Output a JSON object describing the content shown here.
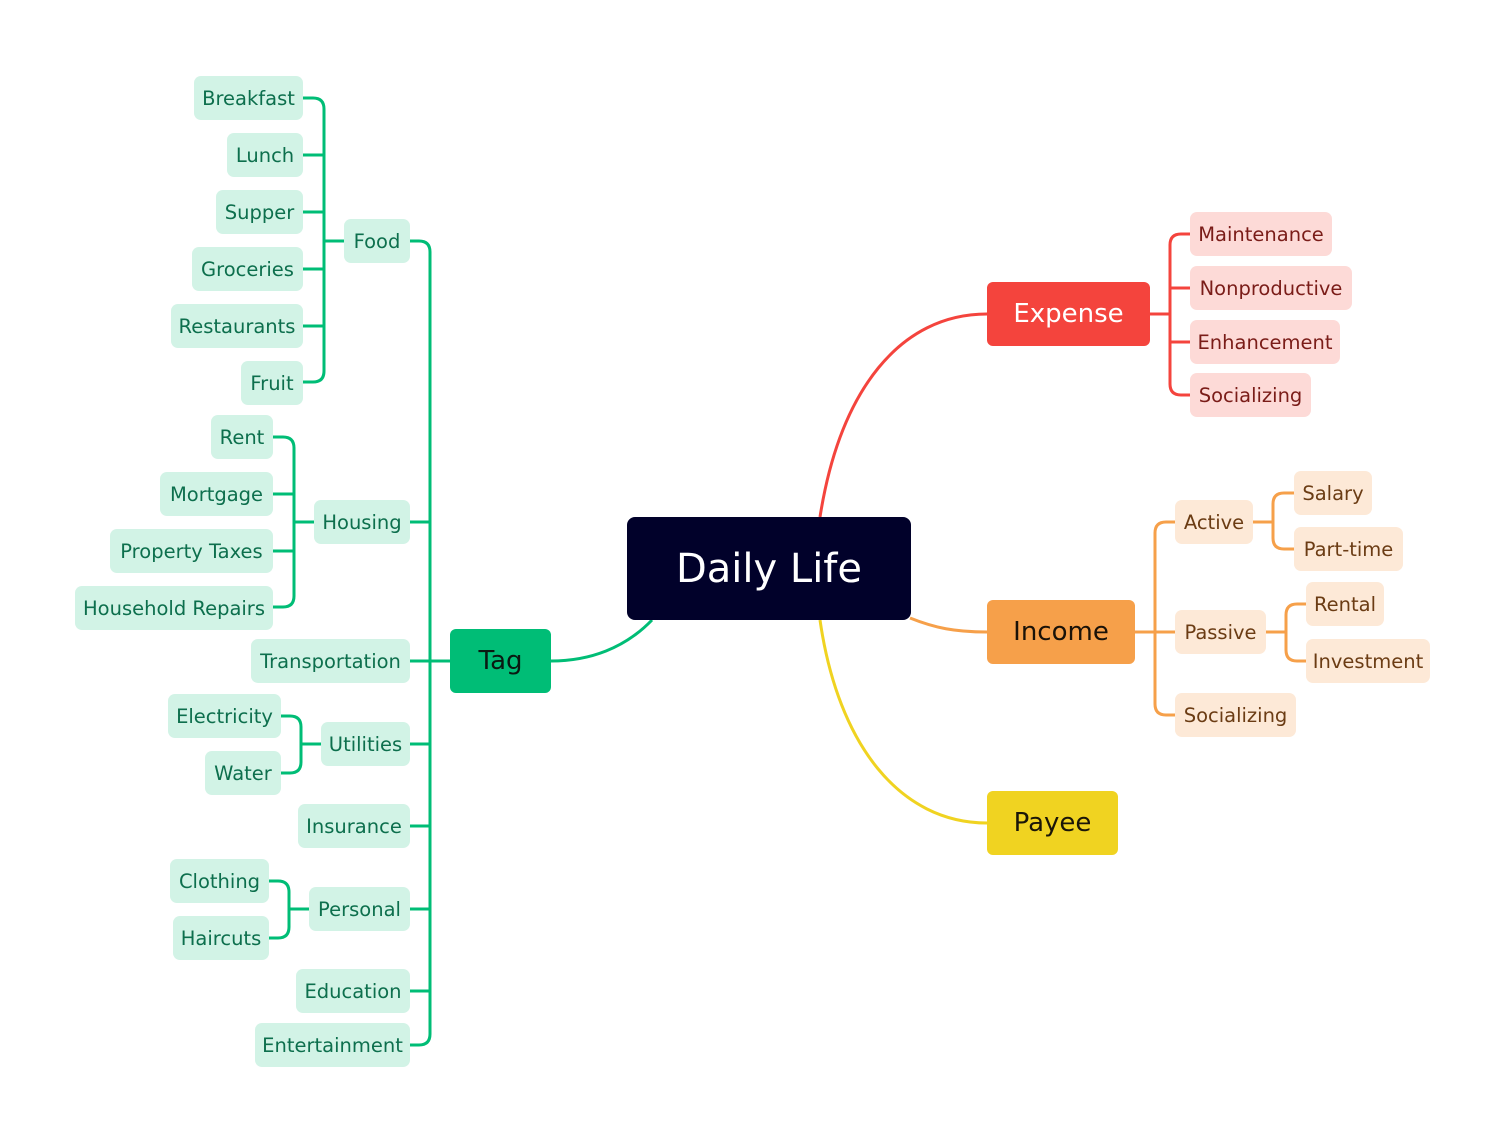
{
  "root": {
    "label": "Daily Life"
  },
  "colors": {
    "tag": "#00bd76",
    "expense": "#f4443d",
    "income": "#f6a04a",
    "payee": "#f0d321",
    "root": "#01012a"
  },
  "tag": {
    "label": "Tag",
    "food": {
      "label": "Food",
      "children": [
        "Breakfast",
        "Lunch",
        "Supper",
        "Groceries",
        "Restaurants",
        "Fruit"
      ]
    },
    "housing": {
      "label": "Housing",
      "children": [
        "Rent",
        "Mortgage",
        "Property Taxes",
        "Household Repairs"
      ]
    },
    "transportation": {
      "label": "Transportation"
    },
    "utilities": {
      "label": "Utilities",
      "children": [
        "Electricity",
        "Water"
      ]
    },
    "insurance": {
      "label": "Insurance"
    },
    "personal": {
      "label": "Personal",
      "children": [
        "Clothing",
        "Haircuts"
      ]
    },
    "education": {
      "label": "Education"
    },
    "entertainment": {
      "label": "Entertainment"
    }
  },
  "expense": {
    "label": "Expense",
    "children": [
      "Maintenance",
      "Nonproductive",
      "Enhancement",
      "Socializing"
    ]
  },
  "income": {
    "label": "Income",
    "active": {
      "label": "Active",
      "children": [
        "Salary",
        "Part-time"
      ]
    },
    "passive": {
      "label": "Passive",
      "children": [
        "Rental",
        "Investment"
      ]
    },
    "socializing": {
      "label": "Socializing"
    }
  },
  "payee": {
    "label": "Payee"
  }
}
